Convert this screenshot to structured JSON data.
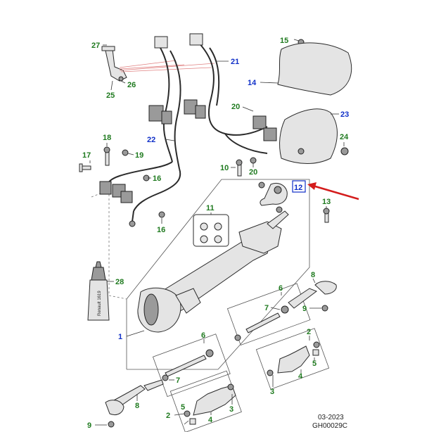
{
  "colors": {
    "callout_green": "#1f7a1f",
    "callout_blue": "#1030c8",
    "highlight_arrow": "#d41c1c",
    "highlight_box": "#1030c8"
  },
  "tube_label": "Renault 1619",
  "highlighted_callout": "12",
  "footer": {
    "date": "03-2023",
    "ref": "GH00029C"
  },
  "callouts": [
    {
      "id": "c27",
      "text": "27",
      "color": "green"
    },
    {
      "id": "c25",
      "text": "25",
      "color": "green"
    },
    {
      "id": "c26",
      "text": "26",
      "color": "green"
    },
    {
      "id": "c21",
      "text": "21",
      "color": "blue"
    },
    {
      "id": "c15",
      "text": "15",
      "color": "green"
    },
    {
      "id": "c14",
      "text": "14",
      "color": "blue"
    },
    {
      "id": "c20a",
      "text": "20",
      "color": "green"
    },
    {
      "id": "c23",
      "text": "23",
      "color": "blue"
    },
    {
      "id": "c22",
      "text": "22",
      "color": "blue"
    },
    {
      "id": "c18",
      "text": "18",
      "color": "green"
    },
    {
      "id": "c17",
      "text": "17",
      "color": "green"
    },
    {
      "id": "c19",
      "text": "19",
      "color": "green"
    },
    {
      "id": "c24",
      "text": "24",
      "color": "green"
    },
    {
      "id": "c10",
      "text": "10",
      "color": "green"
    },
    {
      "id": "c20b",
      "text": "20",
      "color": "green"
    },
    {
      "id": "c16a",
      "text": "16",
      "color": "green"
    },
    {
      "id": "c12",
      "text": "12",
      "color": "blue"
    },
    {
      "id": "c13",
      "text": "13",
      "color": "green"
    },
    {
      "id": "c11",
      "text": "11",
      "color": "green"
    },
    {
      "id": "c16b",
      "text": "16",
      "color": "green"
    },
    {
      "id": "c28",
      "text": "28",
      "color": "green"
    },
    {
      "id": "c8a",
      "text": "8",
      "color": "green"
    },
    {
      "id": "c6a",
      "text": "6",
      "color": "green"
    },
    {
      "id": "c7a",
      "text": "7",
      "color": "green"
    },
    {
      "id": "c9a",
      "text": "9",
      "color": "green"
    },
    {
      "id": "c1",
      "text": "1",
      "color": "blue"
    },
    {
      "id": "c2a",
      "text": "2",
      "color": "green"
    },
    {
      "id": "c4a",
      "text": "4",
      "color": "green"
    },
    {
      "id": "c5a",
      "text": "5",
      "color": "green"
    },
    {
      "id": "c3a",
      "text": "3",
      "color": "green"
    },
    {
      "id": "c6b",
      "text": "6",
      "color": "green"
    },
    {
      "id": "c7b",
      "text": "7",
      "color": "green"
    },
    {
      "id": "c8b",
      "text": "8",
      "color": "green"
    },
    {
      "id": "c2b",
      "text": "2",
      "color": "green"
    },
    {
      "id": "c5b",
      "text": "5",
      "color": "green"
    },
    {
      "id": "c4b",
      "text": "4",
      "color": "green"
    },
    {
      "id": "c3b",
      "text": "3",
      "color": "green"
    },
    {
      "id": "c9b",
      "text": "9",
      "color": "green"
    }
  ]
}
